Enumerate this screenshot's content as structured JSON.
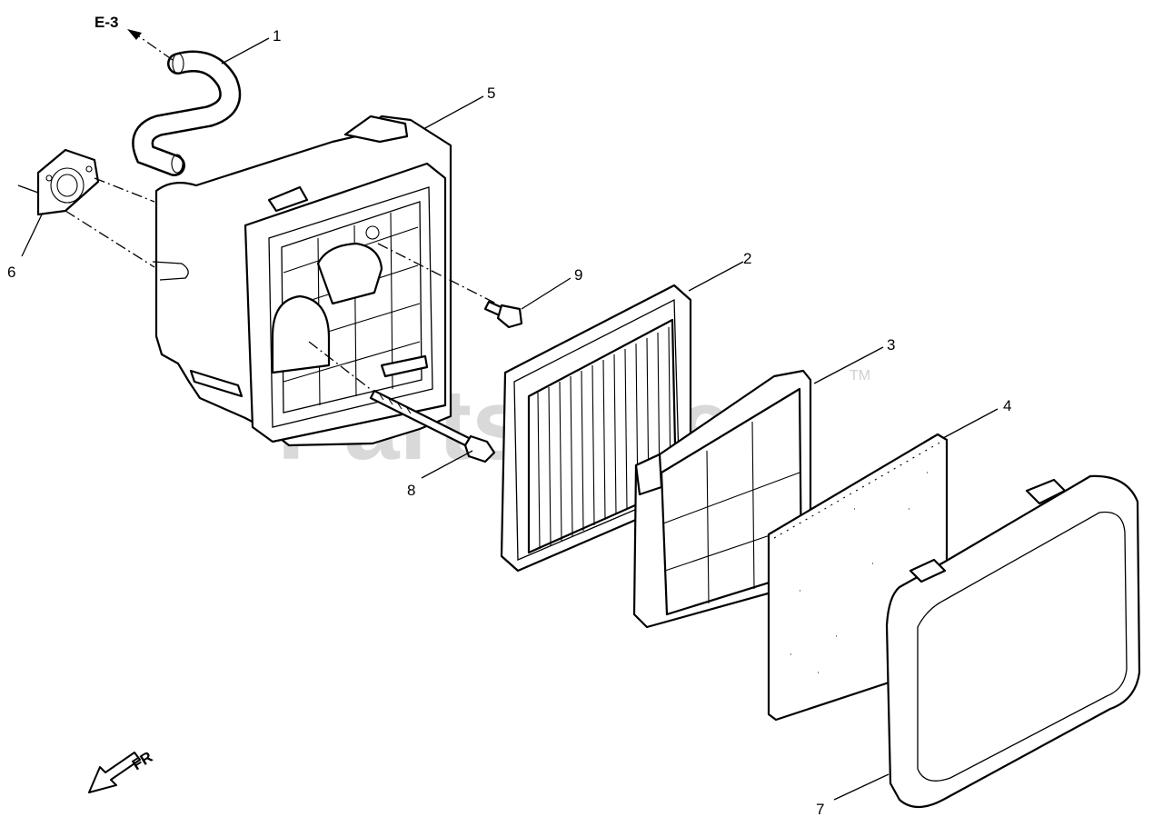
{
  "diagram": {
    "watermark": "PartsTree",
    "trademark": "TM",
    "reference_label": "E-3",
    "direction_label": "FR",
    "callouts": [
      "1",
      "2",
      "3",
      "4",
      "5",
      "6",
      "7",
      "8",
      "9"
    ]
  }
}
